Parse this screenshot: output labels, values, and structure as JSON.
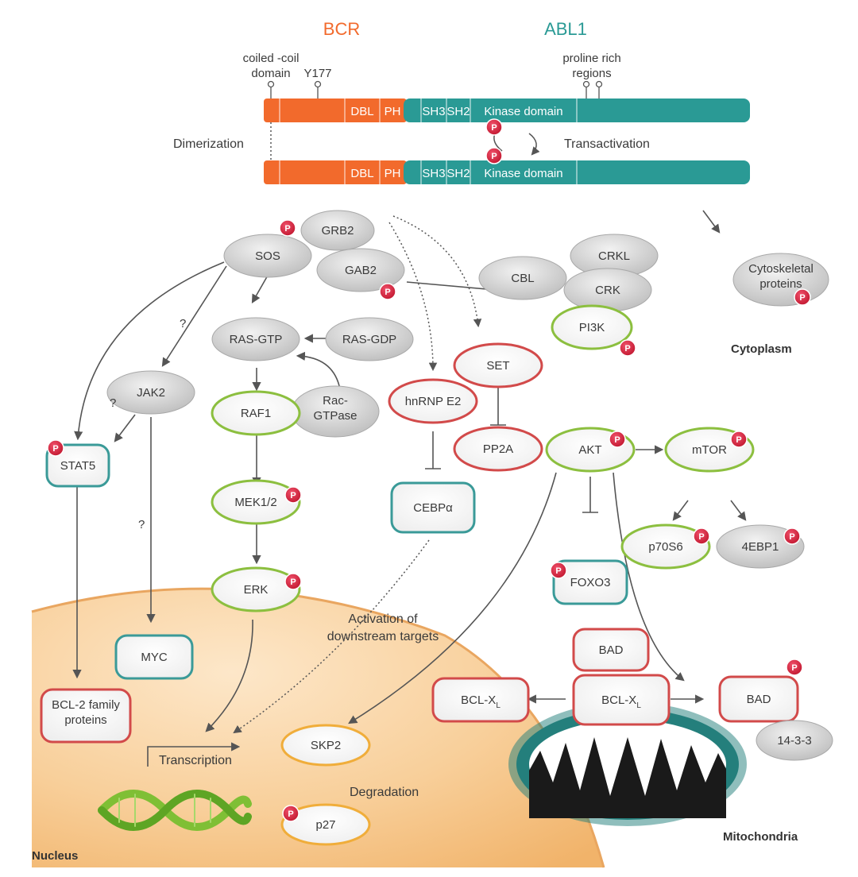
{
  "header": {
    "bcr": "BCR",
    "abl1": "ABL1",
    "coiled_coil": [
      "coiled -coil",
      "domain"
    ],
    "y177": "Y177",
    "proline": [
      "proline rich",
      "regions"
    ],
    "dimerization": "Dimerization",
    "transactivation": "Transactivation"
  },
  "fusion_bar": {
    "dbl": "DBL",
    "ph": "PH",
    "sh3": "SH3",
    "sh2": "SH2",
    "kinase": "Kinase domain"
  },
  "phospho_mark": "P",
  "nodes": {
    "grb2": "GRB2",
    "sos": "SOS",
    "gab2": "GAB2",
    "crkl": "CRKL",
    "cbl": "CBL",
    "crk": "CRK",
    "pi3k": "PI3K",
    "cytoskeletal": [
      "Cytoskeletal",
      "proteins"
    ],
    "ras_gtp": "RAS-GTP",
    "ras_gdp": "RAS-GDP",
    "jak2": "JAK2",
    "rac": [
      "Rac-",
      "GTPase"
    ],
    "raf1": "RAF1",
    "hnrnp": "hnRNP E2",
    "set": "SET",
    "stat5": "STAT5",
    "pp2a": "PP2A",
    "akt": "AKT",
    "mtor": "mTOR",
    "cebpa": "CEBPα",
    "mek": "MEK1/2",
    "p70s6": "p70S6",
    "ebp1": "4EBP1",
    "foxo3": "FOXO3",
    "erk": "ERK",
    "myc": "MYC",
    "bad_top": "BAD",
    "bclxl_left": "BCL-X",
    "bclxl_center": "BCL-X",
    "bclxl_sub": "L",
    "bad_right": "BAD",
    "bcl2": [
      "BCL-2 family",
      "proteins"
    ],
    "skp2": "SKP2",
    "p27": "p27",
    "14_3_3": "14-3-3"
  },
  "labels": {
    "cytoplasm": "Cytoplasm",
    "nucleus": "Nucleus",
    "mitochondria": "Mitochondria",
    "transcription": "Transcription",
    "degradation": "Degradation",
    "activation": [
      "Activation of",
      "downstream targets"
    ],
    "question": "?"
  },
  "colors": {
    "bcr": "#f26a2c",
    "abl1": "#2a9a95",
    "phospho": "#d9263f",
    "gray_node": "#d2d2d2",
    "green_node": "#8cbf3f",
    "red_node": "#d24a4a",
    "teal_node": "#3a9a98",
    "orange_node": "#f0ad3a",
    "nucleus": "#f5c48c"
  }
}
